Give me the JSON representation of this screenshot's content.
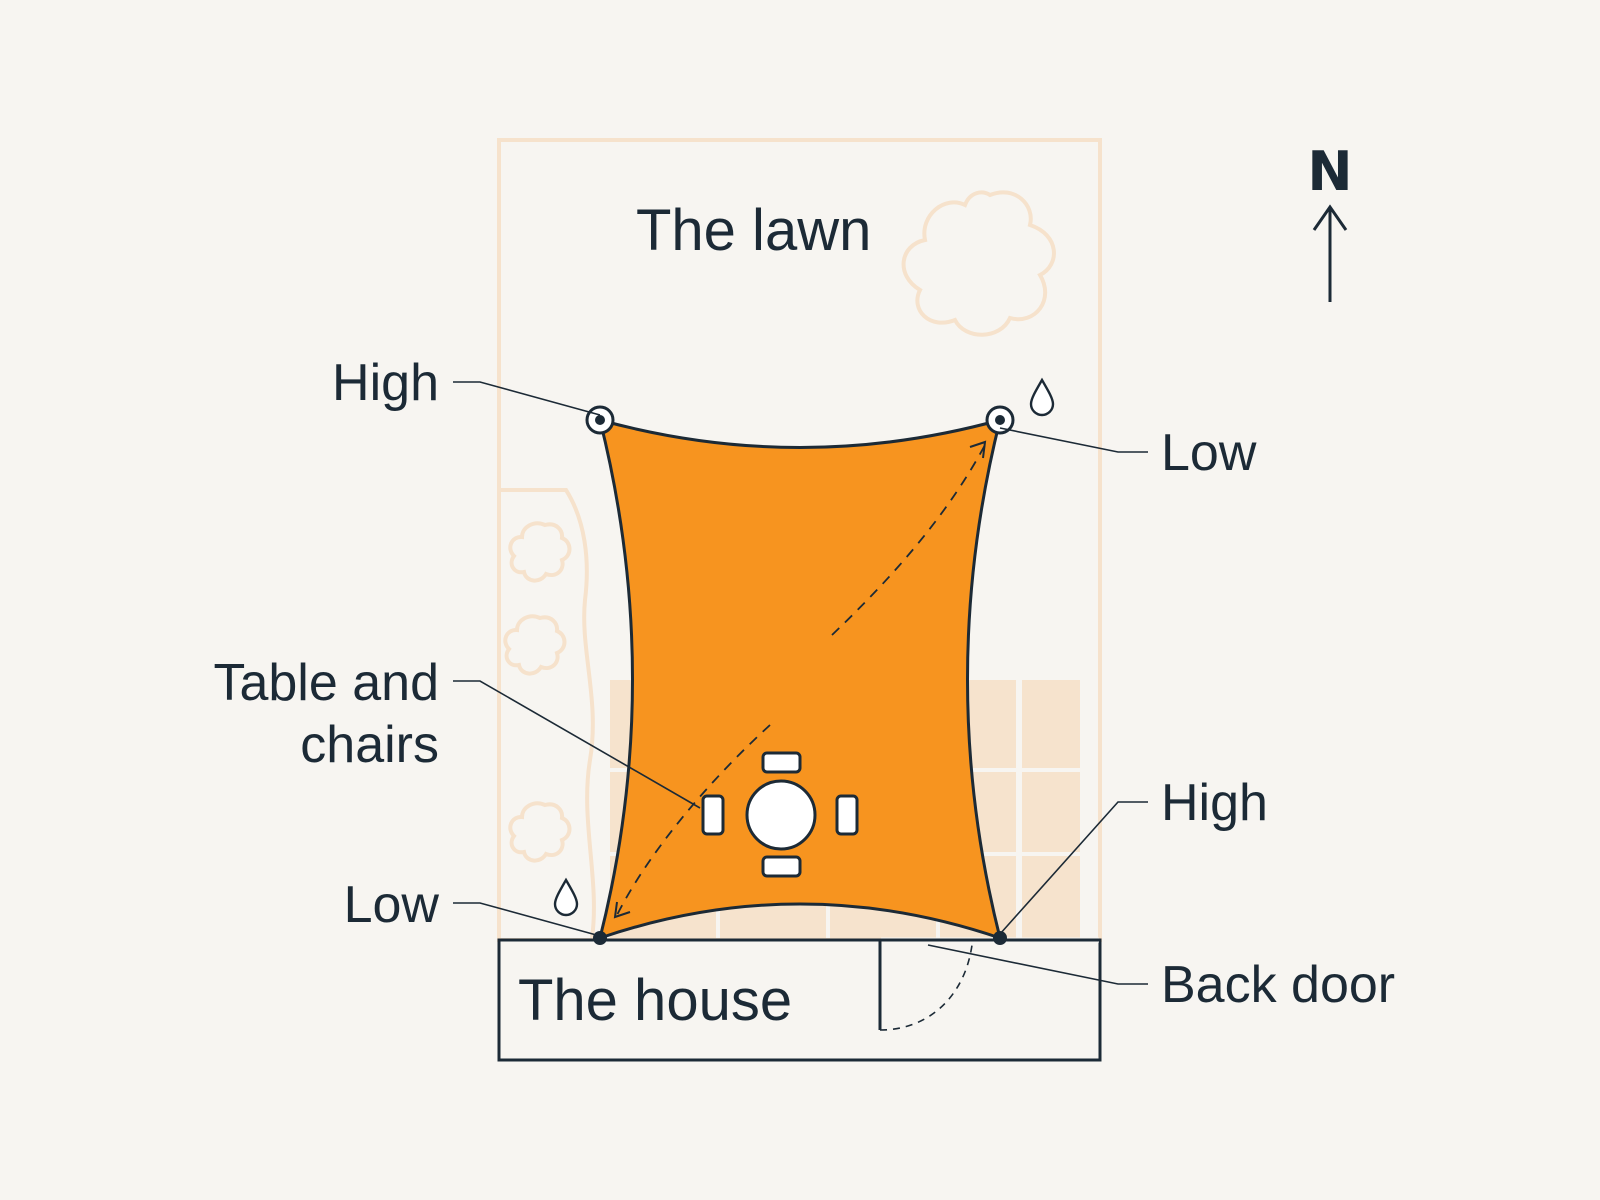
{
  "title": "",
  "areas": {
    "lawn": "The lawn",
    "house": "The house"
  },
  "compass": {
    "north_label": "N"
  },
  "callouts": {
    "top_left": "High",
    "top_right": "Low",
    "table_line1": "Table and",
    "table_line2": "chairs",
    "bottom_left": "Low",
    "bottom_right": "High",
    "back_door": "Back door"
  },
  "colors": {
    "sail": "#f7941f",
    "outline": "#1c2a36",
    "background": "#f7f5f1",
    "garden_outline": "#f6e2cc",
    "patio_tiles": "#f6e3cd"
  },
  "icons": [
    "flower-icon",
    "water-drop-icon",
    "anchor-point-icon",
    "north-arrow-icon"
  ]
}
